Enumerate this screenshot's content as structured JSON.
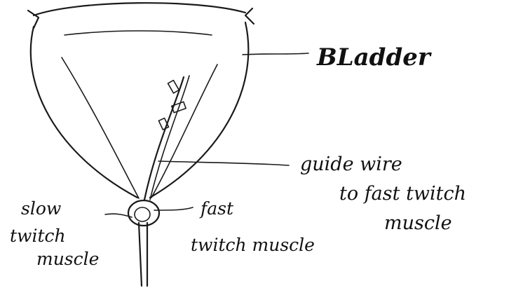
{
  "labels": {
    "bladder": "BLadder",
    "guide_wire_line1": "guide wire",
    "guide_wire_line2": "to fast twitch",
    "guide_wire_line3": "muscle",
    "slow_line1": "slow",
    "slow_line2": "twitch",
    "slow_line3": "muscle",
    "fast_line1": "fast",
    "fast_line2": "twitch muscle"
  }
}
